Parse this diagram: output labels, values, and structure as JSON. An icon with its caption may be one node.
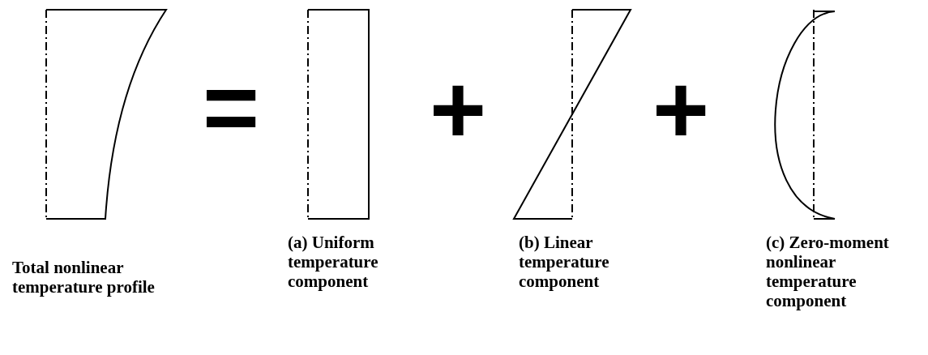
{
  "diagram": {
    "labels": [
      "=",
      "+",
      "+",
      "Total nonlinear temperature profile",
      "(a) Uniform temperature component",
      "(b) Linear temperature component",
      "(c) Zero-moment nonlinear temperature component"
    ]
  }
}
